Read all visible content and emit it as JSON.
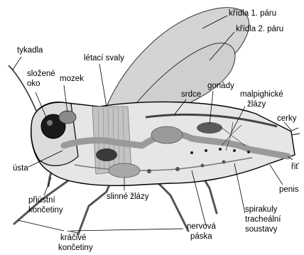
{
  "labels": {
    "tykadla": "tykadla",
    "slozene_1": "složené",
    "slozene_2": "oko",
    "mozek": "mozek",
    "letaci_svaly": "létací svaly",
    "kridla1": "křídla 1. páru",
    "kridla2": "křídla 2. páru",
    "srdce": "srdce",
    "gonady": "gonády",
    "malpighicke_1": "malpighické",
    "malpighicke_2": "žlázy",
    "cerky": "cerky",
    "rit": "řiť",
    "usta": "ústa",
    "priustni_1": "přiústní",
    "priustni_2": "končetiny",
    "slinne": "slinné žlázy",
    "penis": "penis",
    "spirakuly_1": "spirakuly",
    "spirakuly_2": "tracheální",
    "spirakuly_3": "soustavy",
    "nervova_1": "nervová",
    "nervova_2": "páska",
    "kracive_1": "kráčivé",
    "kracive_2": "končetiny"
  },
  "colors": {
    "outline": "#000000",
    "body_fill": "#e6e6e6",
    "gut": "#9a9a9a",
    "organ_dark": "#5a5a5a",
    "eye": "#1a1a1a",
    "wing": "#d4d4d4",
    "muscle": "#c4c4c4"
  }
}
